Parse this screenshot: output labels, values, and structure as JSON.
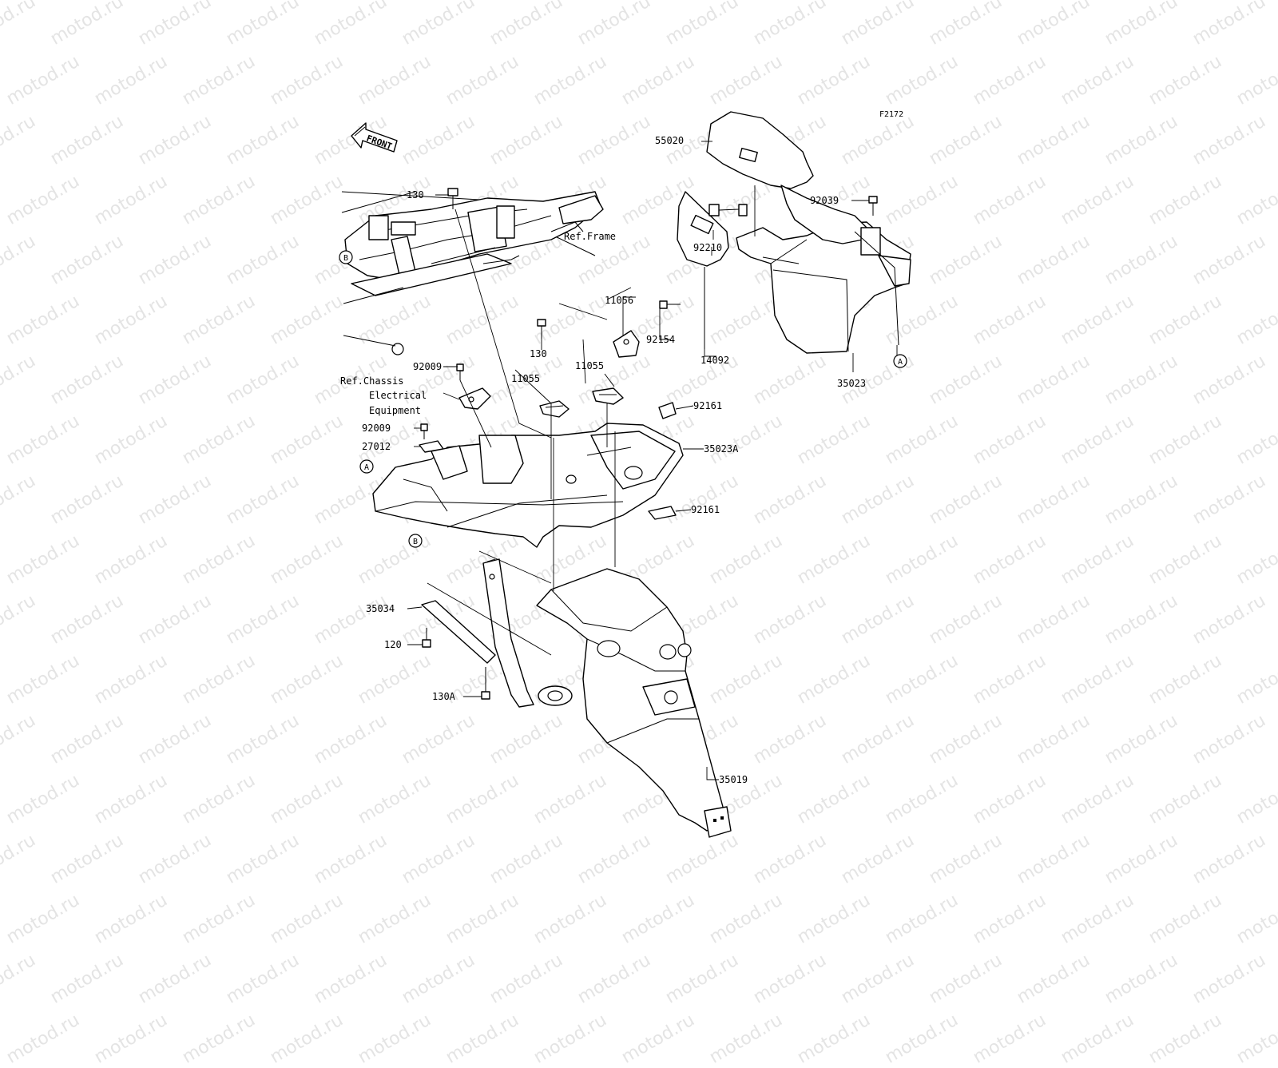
{
  "watermark_text": "motod.ru",
  "figure_code": "F2172",
  "front_label": "FRONT",
  "references": {
    "frame": "Ref.Frame",
    "chassis_line1": "Ref.Chassis",
    "chassis_line2": "Electrical",
    "chassis_line3": "Equipment"
  },
  "markers": {
    "a": "A",
    "b": "B"
  },
  "parts": {
    "p55020": "55020",
    "p92039": "92039",
    "p92210": "92210",
    "p11056": "11056",
    "p92154": "92154",
    "p14092": "14092",
    "p35023": "35023",
    "p130": "130",
    "p92009": "92009",
    "p11055": "11055",
    "p92161": "92161",
    "p27012": "27012",
    "p35023A": "35023A",
    "p35034": "35034",
    "p120": "120",
    "p130A": "130A",
    "p35019": "35019"
  }
}
